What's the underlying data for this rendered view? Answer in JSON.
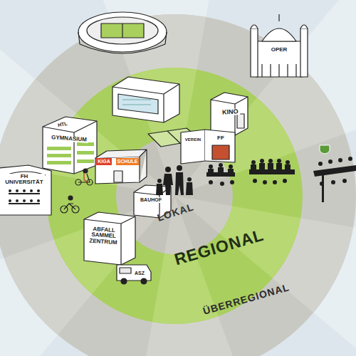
{
  "diagram": {
    "labels": [
      "OPER",
      "KINO",
      "HTL",
      "GYMNASIUM",
      "KIGA",
      "SCHULE",
      "VEREIN",
      "FF",
      "FH UNIVERSITÄT",
      "BAUHOF",
      "ABFALL SAMMEL ZENTRUM",
      "ASZ",
      "LOKAL",
      "REGIONAL",
      "ÜBERREGIONAL"
    ]
  }
}
